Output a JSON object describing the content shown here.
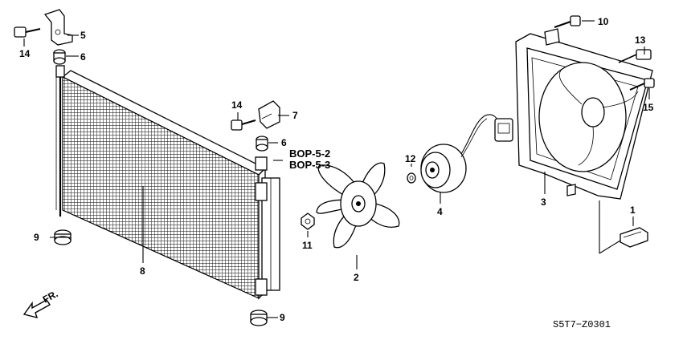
{
  "callouts": [
    {
      "id": "p1",
      "text": "1"
    },
    {
      "id": "p2",
      "text": "2"
    },
    {
      "id": "p3",
      "text": "3"
    },
    {
      "id": "p4",
      "text": "4"
    },
    {
      "id": "p5",
      "text": "5"
    },
    {
      "id": "p6a",
      "text": "6"
    },
    {
      "id": "p6b",
      "text": "6"
    },
    {
      "id": "p7",
      "text": "7"
    },
    {
      "id": "p8",
      "text": "8"
    },
    {
      "id": "p9a",
      "text": "9"
    },
    {
      "id": "p9b",
      "text": "9"
    },
    {
      "id": "p10",
      "text": "10"
    },
    {
      "id": "p11",
      "text": "11"
    },
    {
      "id": "p12",
      "text": "12"
    },
    {
      "id": "p13",
      "text": "13"
    },
    {
      "id": "p14a",
      "text": "14"
    },
    {
      "id": "p14b",
      "text": "14"
    },
    {
      "id": "p15",
      "text": "15"
    }
  ],
  "references": [
    "BOP-5-2",
    "BOP-5-3"
  ],
  "direction_label": "FR.",
  "diagram_code": "S5T7−Z0301"
}
